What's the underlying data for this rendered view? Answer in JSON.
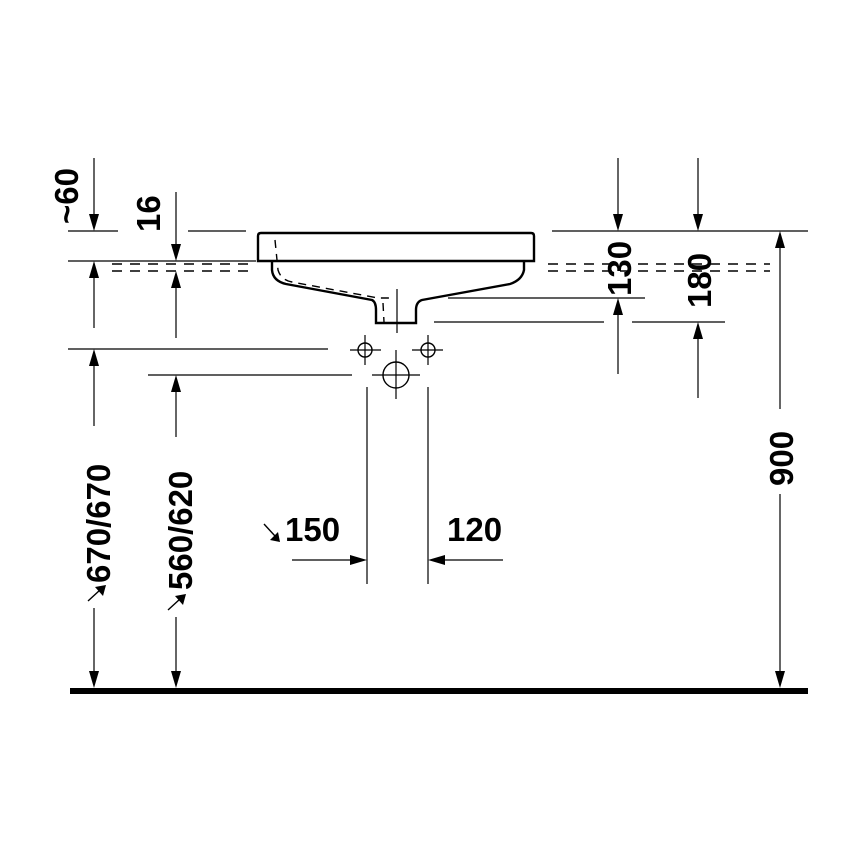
{
  "diagram": {
    "type": "technical-dimension-drawing",
    "subject": "washbasin front elevation with installation dimensions",
    "units": "mm",
    "colors": {
      "line": "#000000",
      "background": "#ffffff"
    },
    "dimensions": {
      "overflow_depth": {
        "label": "~60",
        "orientation": "vertical"
      },
      "rim_thickness": {
        "label": "16",
        "orientation": "vertical"
      },
      "drain_offset": {
        "label": "130",
        "orientation": "vertical"
      },
      "supply_offset": {
        "label": "180",
        "orientation": "vertical"
      },
      "total_height": {
        "label": "900",
        "orientation": "vertical"
      },
      "supply_height": {
        "label": "670/670",
        "orientation": "vertical",
        "has_approx_arrow": true
      },
      "waste_height": {
        "label": "560/620",
        "orientation": "vertical",
        "has_approx_arrow": true
      },
      "left_supply_spacing": {
        "label": "150",
        "orientation": "horizontal",
        "has_approx_arrow": true
      },
      "right_supply_spacing": {
        "label": "120",
        "orientation": "horizontal"
      }
    },
    "features": [
      "basin-outline",
      "countertop-rim",
      "drain-outlet",
      "hot-water-connection",
      "cold-water-connection",
      "waste-pipe-connection",
      "floor-line"
    ]
  }
}
